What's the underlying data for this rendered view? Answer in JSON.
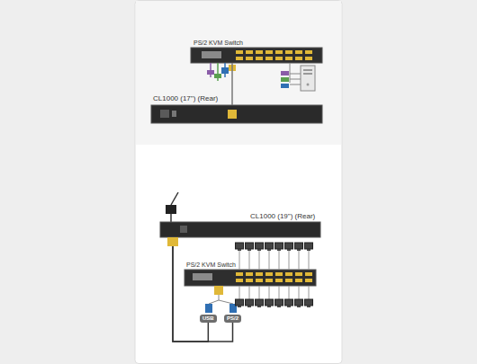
{
  "diagram": {
    "nodes": [
      {
        "text": [
          "PS/2 KVM Switch"
        ]
      },
      {
        "text": [
          "CL1000 (17\") (Rear)"
        ]
      },
      {
        "text": [
          "CL1000 (19\") (Rear)"
        ]
      },
      {
        "text": [
          "PS/2 KVM Switch"
        ]
      },
      {
        "text": [
          "USB"
        ]
      },
      {
        "text": [
          "PS/2"
        ]
      }
    ],
    "edges": [
      {
        "from": 0,
        "to": 1,
        "arrow": "none"
      },
      {
        "from": 2,
        "to": 4,
        "arrow": "none"
      },
      {
        "from": 2,
        "to": 5,
        "arrow": "none"
      }
    ]
  }
}
